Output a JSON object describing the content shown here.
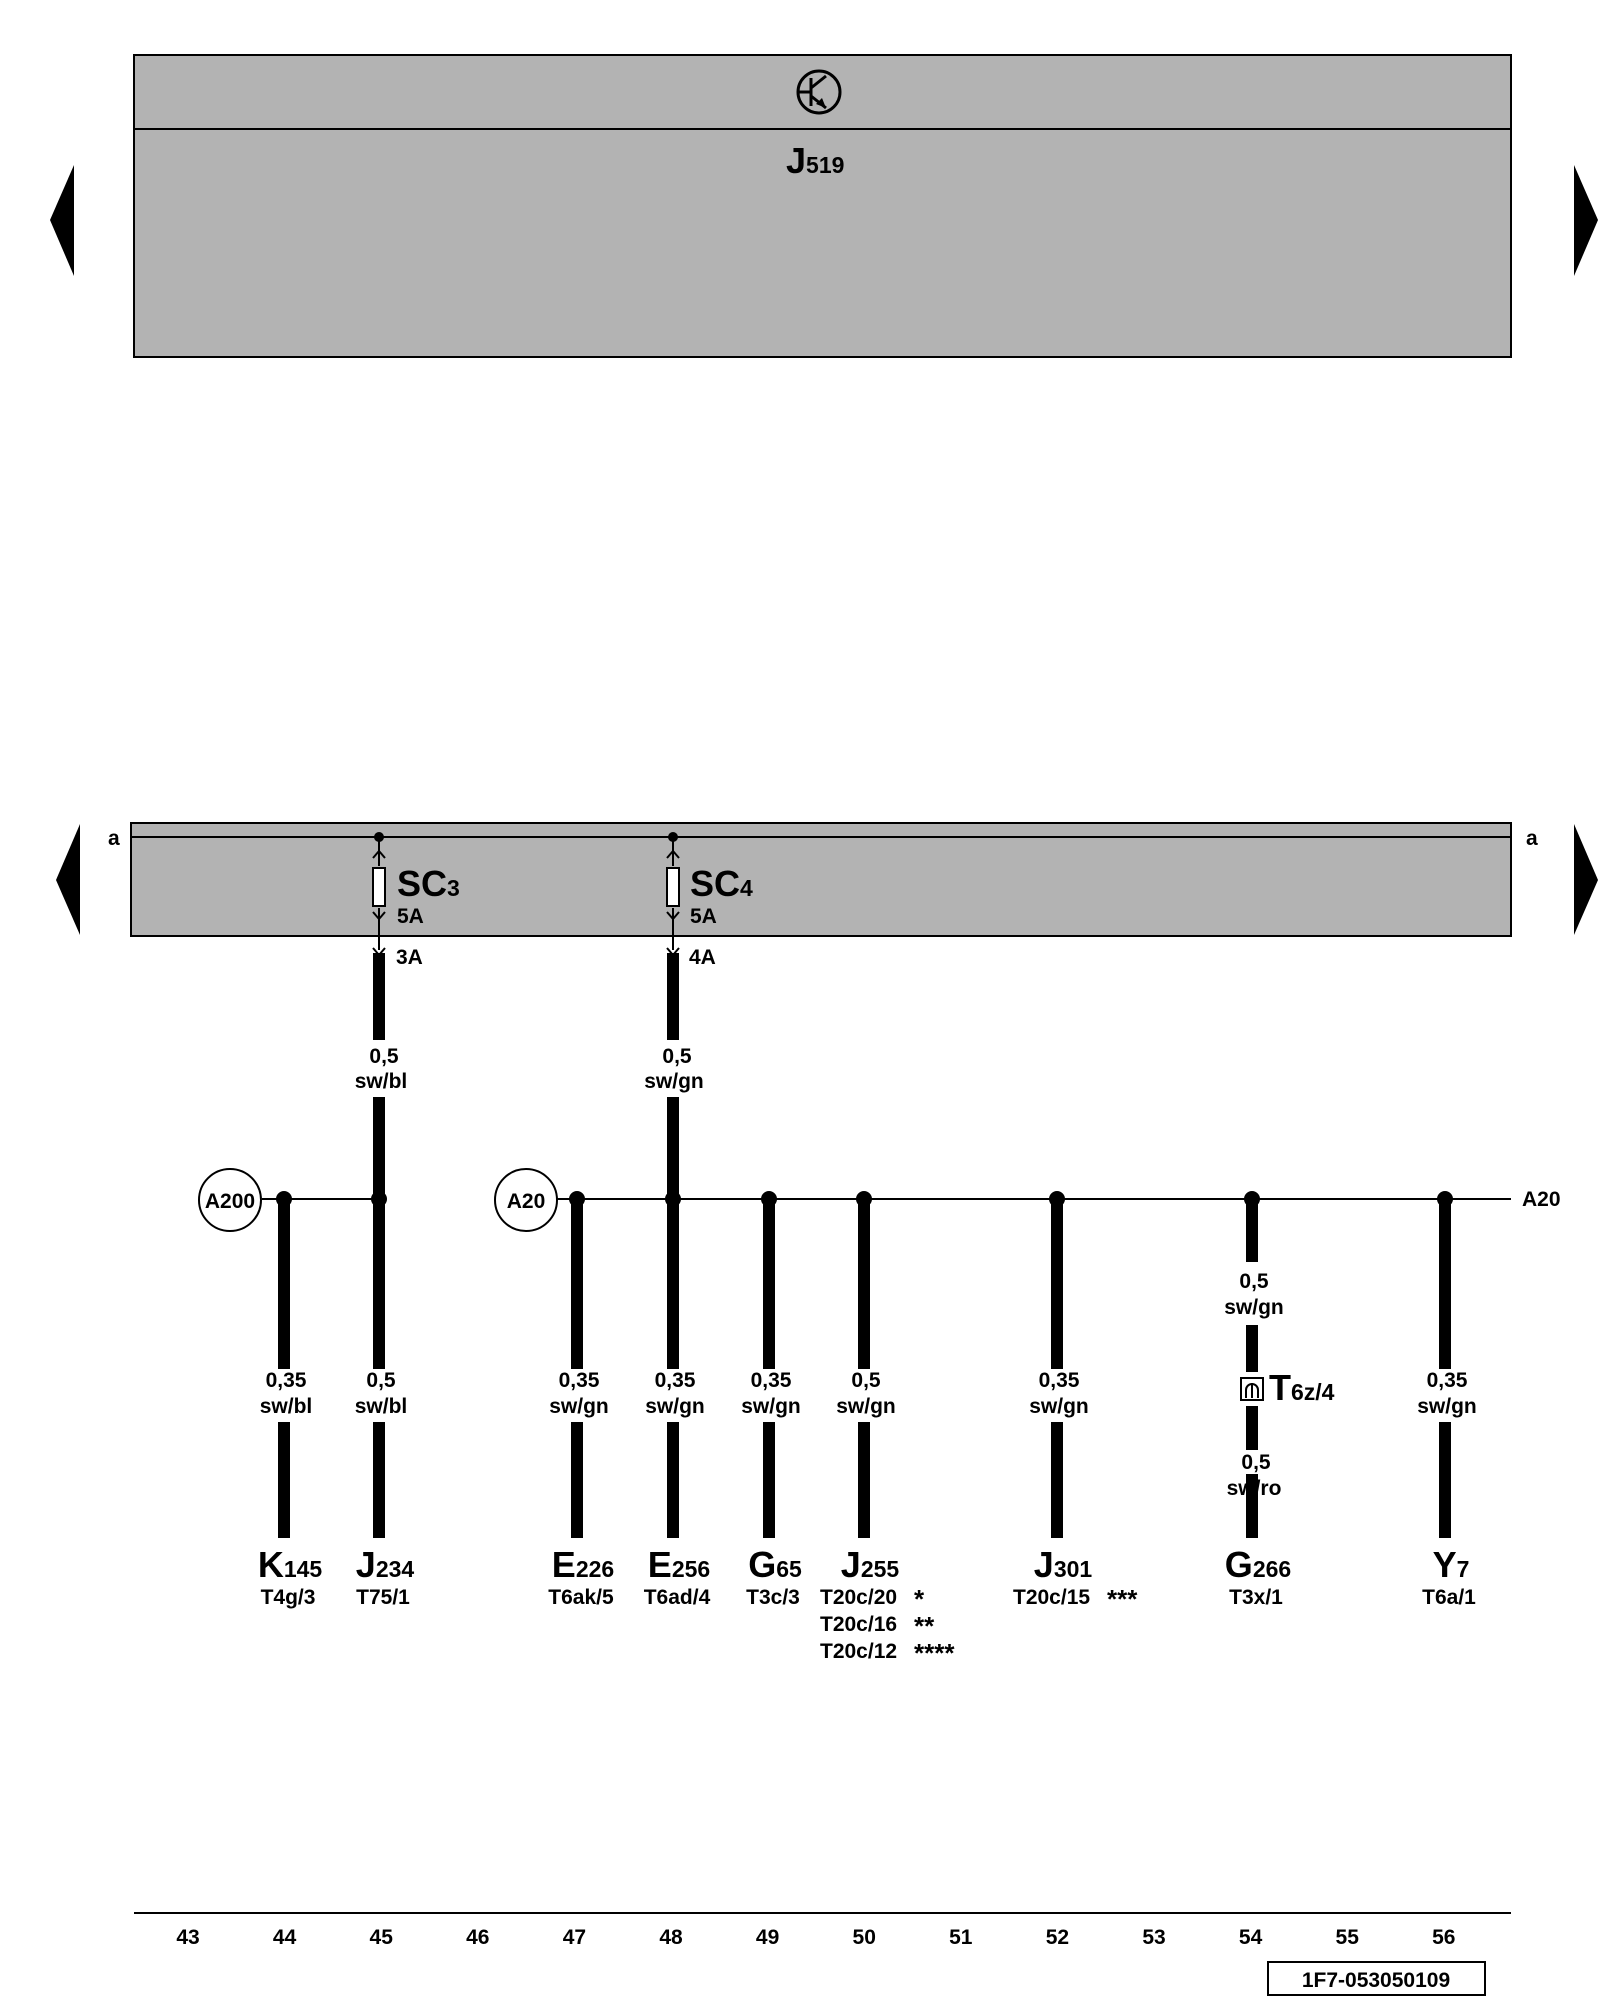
{
  "top_module": {
    "label_main": "J",
    "label_sub": "519"
  },
  "fuse_bus": {
    "label_left": "a",
    "label_right": "a"
  },
  "fuses": [
    {
      "id": "SC3",
      "main": "SC",
      "sub": "3",
      "rating": "5A",
      "terminal": "3A",
      "wire_size": "0,5",
      "wire_color": "sw/bl"
    },
    {
      "id": "SC4",
      "main": "SC",
      "sub": "4",
      "rating": "5A",
      "terminal": "4A",
      "wire_size": "0,5",
      "wire_color": "sw/gn"
    }
  ],
  "splices": [
    {
      "id": "A200",
      "label": "A200"
    },
    {
      "id": "A20",
      "label": "A20",
      "right_label": "A20"
    }
  ],
  "branches": [
    {
      "wire_size": "0,35",
      "wire_color": "sw/bl",
      "comp_main": "K",
      "comp_sub": "145",
      "pins": [
        "T4g/3"
      ],
      "stars": [
        ""
      ]
    },
    {
      "wire_size": "0,5",
      "wire_color": "sw/bl",
      "comp_main": "J",
      "comp_sub": "234",
      "pins": [
        "T75/1"
      ],
      "stars": [
        ""
      ]
    },
    {
      "wire_size": "0,35",
      "wire_color": "sw/gn",
      "comp_main": "E",
      "comp_sub": "226",
      "pins": [
        "T6ak/5"
      ],
      "stars": [
        ""
      ]
    },
    {
      "wire_size": "0,35",
      "wire_color": "sw/gn",
      "comp_main": "E",
      "comp_sub": "256",
      "pins": [
        "T6ad/4"
      ],
      "stars": [
        ""
      ]
    },
    {
      "wire_size": "0,35",
      "wire_color": "sw/gn",
      "comp_main": "G",
      "comp_sub": "65",
      "pins": [
        "T3c/3"
      ],
      "stars": [
        ""
      ]
    },
    {
      "wire_size": "0,5",
      "wire_color": "sw/gn",
      "comp_main": "J",
      "comp_sub": "255",
      "pins": [
        "T20c/20",
        "T20c/16",
        "T20c/12"
      ],
      "stars": [
        "*",
        "**",
        "****"
      ]
    },
    {
      "wire_size": "0,35",
      "wire_color": "sw/gn",
      "comp_main": "J",
      "comp_sub": "301",
      "pins": [
        "T20c/15"
      ],
      "stars": [
        "***"
      ]
    },
    {
      "wire_size": "0,5",
      "wire_color": "sw/gn",
      "wire_size_2": "0,5",
      "wire_color_2": "sw/ro",
      "connector_main": "T",
      "connector_sub": "6z/4",
      "comp_main": "G",
      "comp_sub": "266",
      "pins": [
        "T3x/1"
      ],
      "stars": [
        ""
      ]
    },
    {
      "wire_size": "0,35",
      "wire_color": "sw/gn",
      "comp_main": "Y",
      "comp_sub": "7",
      "pins": [
        "T6a/1"
      ],
      "stars": [
        ""
      ]
    }
  ],
  "ruler": {
    "numbers": [
      "43",
      "44",
      "45",
      "46",
      "47",
      "48",
      "49",
      "50",
      "51",
      "52",
      "53",
      "54",
      "55",
      "56"
    ]
  },
  "doc_id": "1F7-053050109"
}
